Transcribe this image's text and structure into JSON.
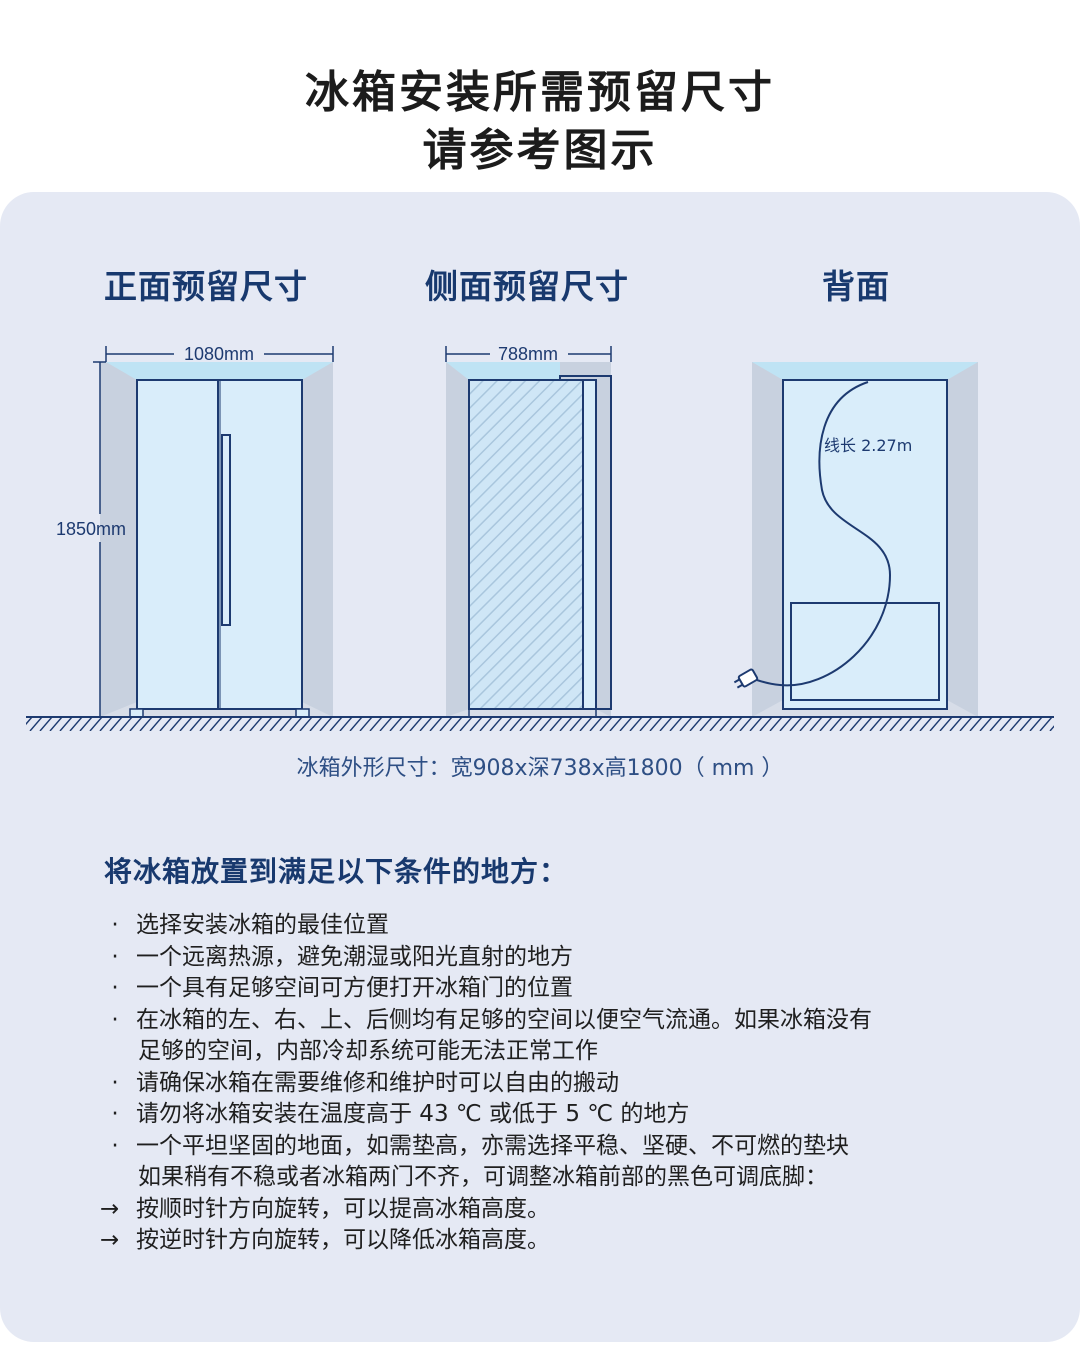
{
  "header": {
    "title_line1": "冰箱安装所需预留尺寸",
    "title_line2": "请参考图示"
  },
  "diagram": {
    "front": {
      "title": "正面预留尺寸",
      "width_label": "1080mm",
      "height_label": "1850mm"
    },
    "side": {
      "title": "侧面预留尺寸",
      "depth_label": "788mm"
    },
    "back": {
      "title": "背面",
      "cable_label": "线长 2.27m"
    },
    "caption": "冰箱外形尺寸：宽908x深738x高1800（ mm ）"
  },
  "conditions": {
    "title": "将冰箱放置到满足以下条件的地方：",
    "bullet": "·",
    "arrow": "→",
    "items": [
      {
        "text": "选择安装冰箱的最佳位置"
      },
      {
        "text": "一个远离热源，避免潮湿或阳光直射的地方"
      },
      {
        "text": "一个具有足够空间可方便打开冰箱门的位置"
      },
      {
        "text": "在冰箱的左、右、上、后侧均有足够的空间以便空气流通。如果冰箱没有",
        "cont": "足够的空间，内部冷却系统可能无法正常工作"
      },
      {
        "text": "请确保冰箱在需要维修和维护时可以自由的搬动"
      },
      {
        "text": "请勿将冰箱安装在温度高于 43 ℃ 或低于 5 ℃ 的地方"
      },
      {
        "text": "一个平坦坚固的地面，如需垫高，亦需选择平稳、坚硬、不可燃的垫块",
        "cont": "如果稍有不稳或者冰箱两门不齐，可调整冰箱前部的黑色可调底脚："
      }
    ],
    "arrow_items": [
      {
        "text": "按顺时针方向旋转，可以提高冰箱高度。"
      },
      {
        "text": "按逆时针方向旋转，可以降低冰箱高度。"
      }
    ]
  },
  "colors": {
    "panel": "#e5e9f4",
    "line": "#1d3a70",
    "fridge_fill": "#d9edfa",
    "clearance_top": "#bfe3f4",
    "clearance_side": "#c8d1df",
    "title_blue": "#18396e"
  }
}
